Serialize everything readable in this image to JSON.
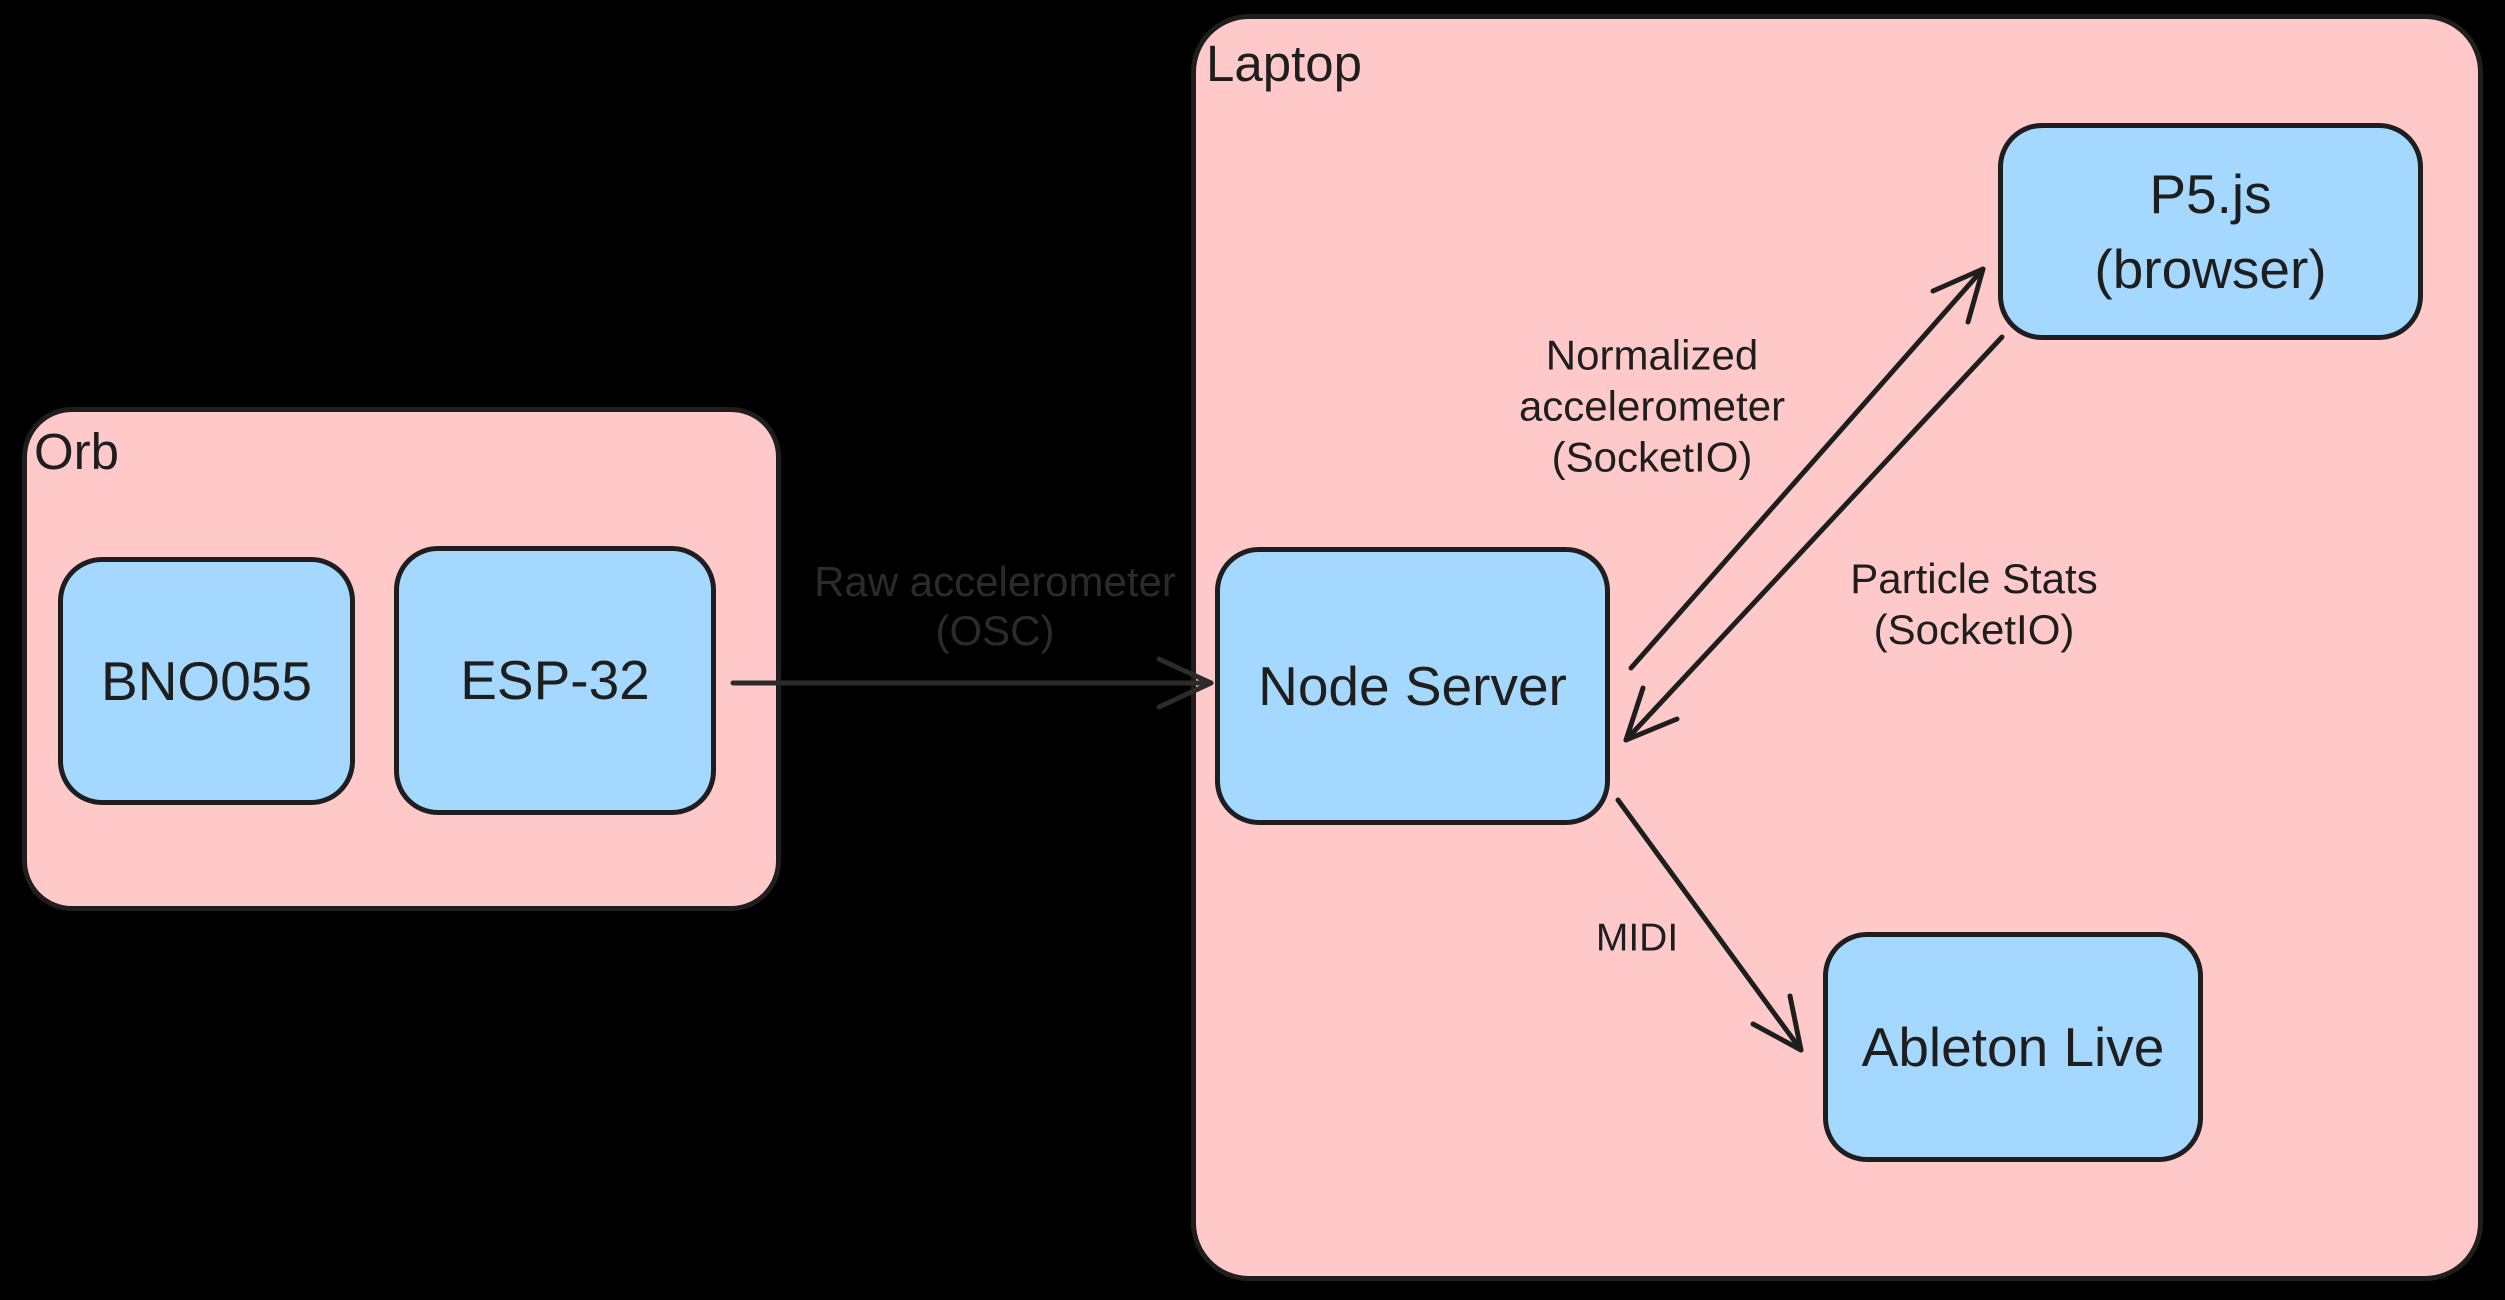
{
  "colors": {
    "background": "#000000",
    "group_fill": "#ffc9c9",
    "node_fill": "#a5d8ff",
    "stroke": "#1e1e1e",
    "dim_edge_on_black": "#2b2b2b"
  },
  "groups": {
    "orb": {
      "label": "Orb"
    },
    "laptop": {
      "label": "Laptop"
    }
  },
  "nodes": {
    "bno055": {
      "label": "BNO055"
    },
    "esp32": {
      "label": "ESP-32"
    },
    "node_server": {
      "label": "Node Server"
    },
    "p5js": {
      "line1": "P5.js",
      "line2": "(browser)"
    },
    "ableton": {
      "label": "Ableton Live"
    }
  },
  "edges": {
    "raw_osc": {
      "from": "ESP-32",
      "to": "Node Server",
      "line1": "Raw accelerometer",
      "line2": "(OSC)"
    },
    "normalized": {
      "from": "Node Server",
      "to": "P5.js (browser)",
      "line1": "Normalized",
      "line2": "accelerometer",
      "line3": "(SocketIO)"
    },
    "particle_stats": {
      "from": "P5.js (browser)",
      "to": "Node Server",
      "line1": "Particle Stats",
      "line2": "(SocketIO)"
    },
    "midi": {
      "from": "Node Server",
      "to": "Ableton Live",
      "line1": "MIDI"
    }
  }
}
